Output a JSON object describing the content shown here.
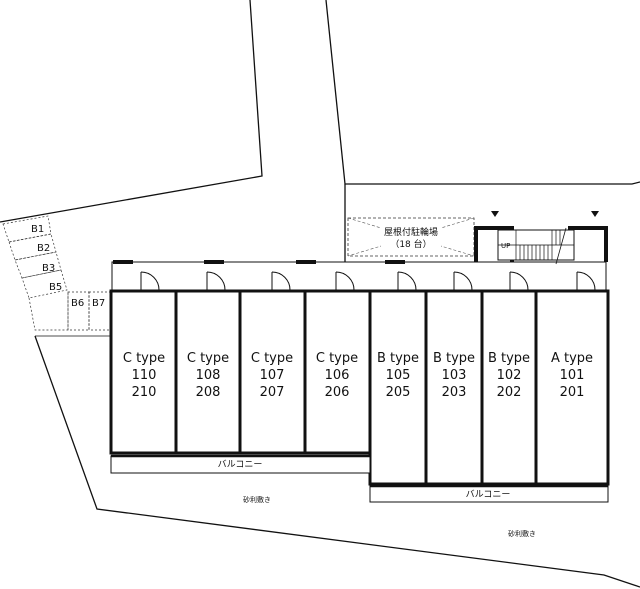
{
  "parking": {
    "label_line1": "屋根付駐輪場",
    "label_line2": "（18 台）"
  },
  "stairs": {
    "up_label": "UP"
  },
  "bike_slots": [
    "B1",
    "B2",
    "B3",
    "B5",
    "B6",
    "B7"
  ],
  "units": [
    {
      "type": "C type",
      "lower": "110",
      "upper": "210"
    },
    {
      "type": "C type",
      "lower": "108",
      "upper": "208"
    },
    {
      "type": "C type",
      "lower": "107",
      "upper": "207"
    },
    {
      "type": "C type",
      "lower": "106",
      "upper": "206"
    },
    {
      "type": "B type",
      "lower": "105",
      "upper": "205"
    },
    {
      "type": "B type",
      "lower": "103",
      "upper": "203"
    },
    {
      "type": "B type",
      "lower": "102",
      "upper": "202"
    },
    {
      "type": "A type",
      "lower": "101",
      "upper": "201"
    }
  ],
  "balconies": [
    "バルコニー",
    "バルコニー"
  ],
  "gravel": [
    "砂利敷き",
    "砂利敷き"
  ]
}
